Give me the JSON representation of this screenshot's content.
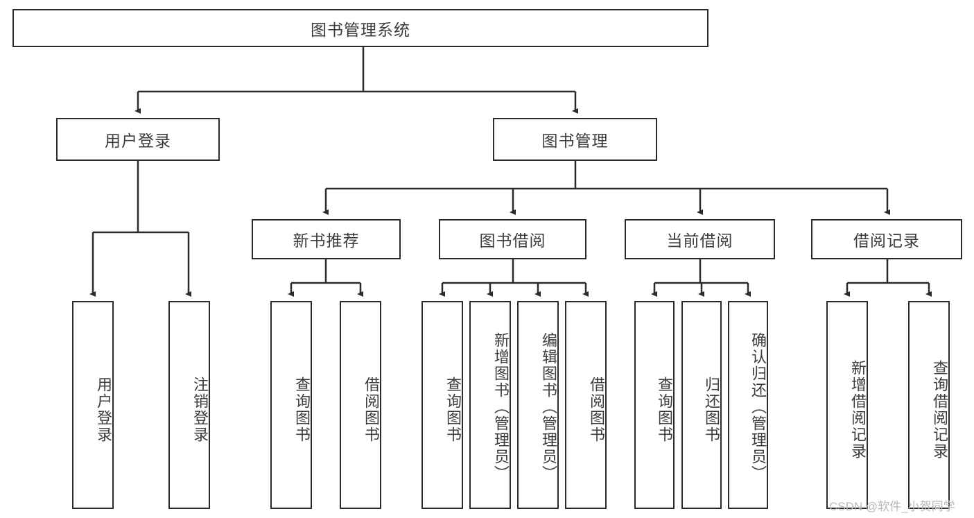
{
  "diagram": {
    "title": "图书管理系统",
    "type": "tree",
    "root": {
      "label": "图书管理系统"
    },
    "level1": [
      {
        "label": "用户登录"
      },
      {
        "label": "图书管理"
      }
    ],
    "level2": [
      {
        "label": "新书推荐"
      },
      {
        "label": "图书借阅"
      },
      {
        "label": "当前借阅"
      },
      {
        "label": "借阅记录"
      }
    ],
    "leaves": {
      "user_login": [
        {
          "label": "用户登录"
        },
        {
          "label": "注销登录"
        }
      ],
      "new_book_recommend": [
        {
          "label": "查询图书"
        },
        {
          "label": "借阅图书"
        }
      ],
      "book_borrow": [
        {
          "label": "查询图书"
        },
        {
          "label": "新增图书（管理员）"
        },
        {
          "label": "编辑图书（管理员）"
        },
        {
          "label": "借阅图书"
        }
      ],
      "current_borrow": [
        {
          "label": "查询图书"
        },
        {
          "label": "归还图书"
        },
        {
          "label": "确认归还（管理员）"
        }
      ],
      "borrow_records": [
        {
          "label": "新增借阅记录"
        },
        {
          "label": "查询借阅记录"
        }
      ]
    }
  },
  "watermark": {
    "text": "CSDN @软件_小贺同学"
  },
  "colors": {
    "border": "#2b2b2b",
    "text": "#3c3c3c",
    "background": "#ffffff",
    "watermark": "#b9b9b9"
  }
}
